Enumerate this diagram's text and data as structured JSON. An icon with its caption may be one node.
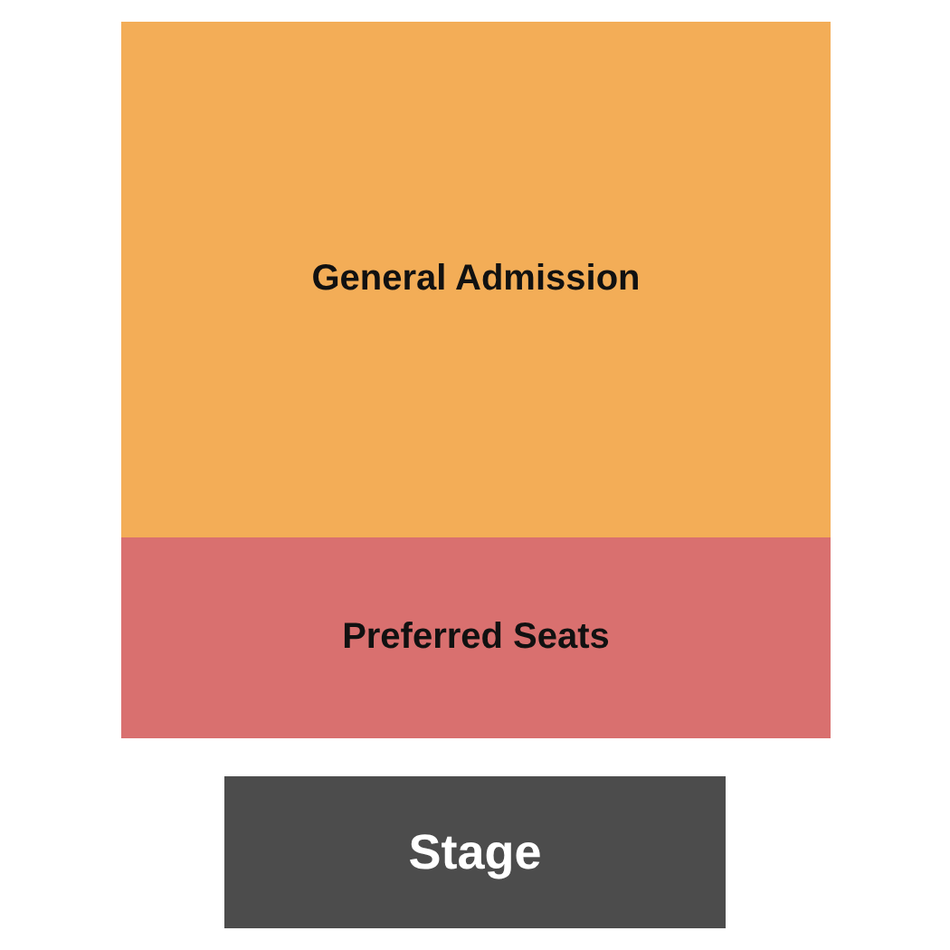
{
  "diagram": {
    "nodes": [
      {
        "text": [
          "General Admission"
        ]
      },
      {
        "text": [
          "Preferred Seats"
        ]
      },
      {
        "text": [
          "Stage"
        ]
      }
    ]
  }
}
